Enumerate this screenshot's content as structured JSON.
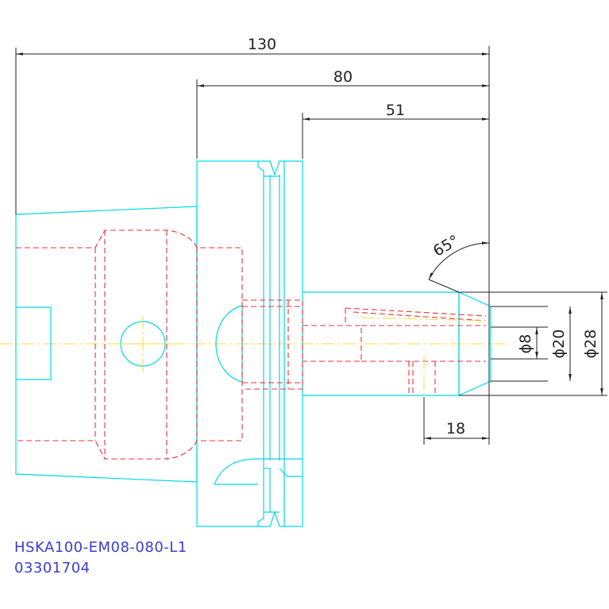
{
  "dimensions": {
    "overall_length": "130",
    "gauge_length": "80",
    "shank_length": "51",
    "chamfer_angle": "65°",
    "bore_diameter": "ϕ8",
    "nose_diameter": "ϕ20",
    "body_diameter": "ϕ28",
    "nose_length": "18"
  },
  "title_block": {
    "part_code": "HSKA100-EM08-080-L1",
    "item_number": "03301704"
  },
  "colors": {
    "outline": "#00d8e8",
    "hidden": "#e8323c",
    "centerline": "#f2dc3a",
    "dimension": "#222222",
    "label": "#3c3cd2"
  }
}
